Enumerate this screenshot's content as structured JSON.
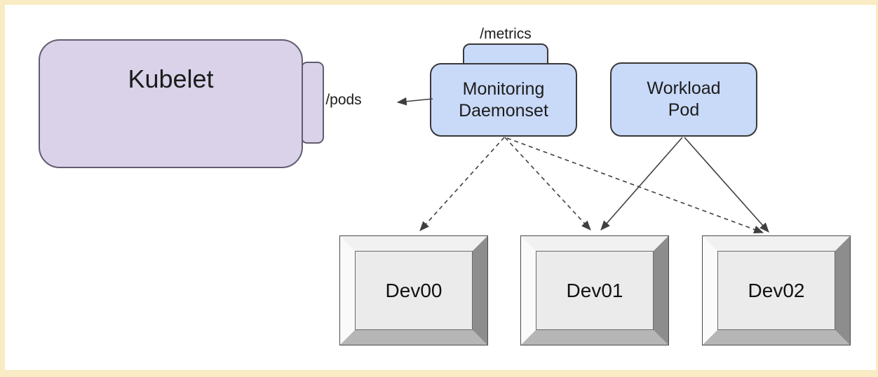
{
  "nodes": {
    "kubelet": {
      "label": "Kubelet",
      "fill": "#d9d2e9",
      "border_color": "#615d70"
    },
    "monitoring_daemonset": {
      "line1": "Monitoring",
      "line2": "Daemonset",
      "fill": "#c9daf8",
      "border_color": "#383838"
    },
    "workload_pod": {
      "line1": "Workload",
      "line2": "Pod",
      "fill": "#c9daf8",
      "border_color": "#383838"
    },
    "devices": [
      {
        "label": "Dev00"
      },
      {
        "label": "Dev01"
      },
      {
        "label": "Dev02"
      }
    ]
  },
  "labels": {
    "metrics_endpoint": "/metrics",
    "pods_endpoint": "/pods"
  },
  "edges": [
    {
      "from": "monitoring-daemonset",
      "to": "pods-endpoint",
      "style": "solid-arrow"
    },
    {
      "from": "monitoring-daemonset",
      "to": "Dev00",
      "style": "dashed-arrow"
    },
    {
      "from": "monitoring-daemonset",
      "to": "Dev01",
      "style": "dashed-arrow"
    },
    {
      "from": "monitoring-daemonset",
      "to": "Dev02",
      "style": "dashed-arrow"
    },
    {
      "from": "workload-pod",
      "to": "Dev01",
      "style": "solid-arrow"
    },
    {
      "from": "workload-pod",
      "to": "Dev02",
      "style": "solid-arrow"
    }
  ],
  "colors": {
    "frame_background": "#f9ebc3",
    "canvas_background": "#ffffff",
    "edge_color": "#3f3f3f",
    "device_face": "#ebebeb"
  }
}
